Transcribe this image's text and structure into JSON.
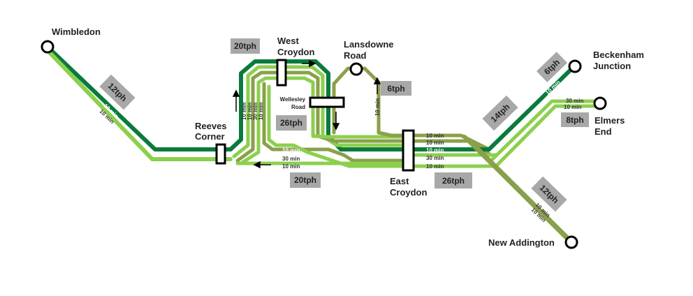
{
  "colors": {
    "dark_green": "#0a7a3c",
    "light_green": "#8ccf4d",
    "olive": "#8aa04a",
    "badge_bg": "#a8a8a8",
    "text": "#222222"
  },
  "stations": {
    "wimbledon": "Wimbledon",
    "reeves_corner_1": "Reeves",
    "reeves_corner_2": "Corner",
    "west_croydon_1": "West",
    "west_croydon_2": "Croydon",
    "lansdowne_1": "Lansdowne",
    "lansdowne_2": "Road",
    "wellesley_1": "Wellesley",
    "wellesley_2": "Road",
    "east_croydon_1": "East",
    "east_croydon_2": "Croydon",
    "beckenham_1": "Beckenham",
    "beckenham_2": "Junction",
    "elmers_1": "Elmers",
    "elmers_2": "End",
    "new_addington": "New Addington"
  },
  "badges": {
    "wimbledon_branch": "12tph",
    "west_croydon_loop": "20tph",
    "lansdowne_loop": "6tph",
    "inner_loop": "26tph",
    "reeves_corner": "20tph",
    "east_croydon": "26tph",
    "beckenham": "6tph",
    "elmers_end": "8tph",
    "junction_east": "14tph",
    "new_addington": "12tph"
  },
  "frequencies": {
    "ten_min": "10 min",
    "thirty_min": "30 min"
  }
}
